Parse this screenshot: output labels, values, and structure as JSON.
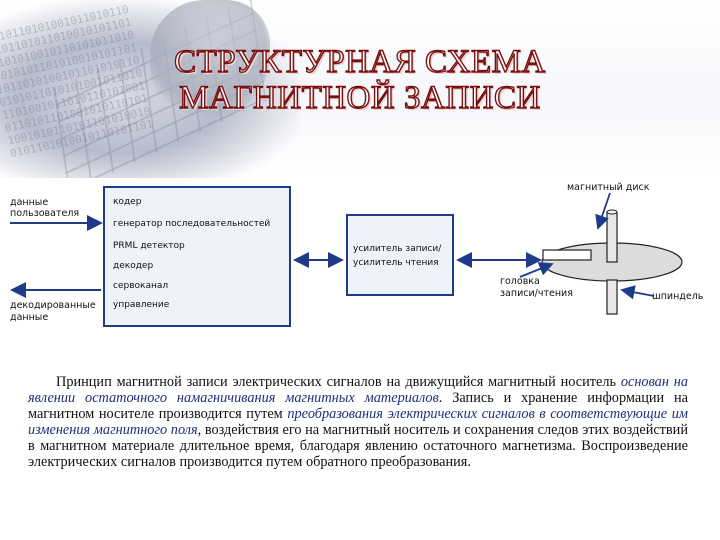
{
  "title": {
    "line1": "СТРУКТУРНАЯ СХЕМА",
    "line2": "МАГНИТНОЙ ЗАПИСИ"
  },
  "diagram": {
    "input_label_1": "данные",
    "input_label_2": "пользователя",
    "output_label_1": "декодированные",
    "output_label_2": "данные",
    "main_box_items": [
      "кодер",
      "генератор последовательностей",
      "PRML детектор",
      "декодер",
      "сервоканал",
      "управление"
    ],
    "amp_label_1": "усилитель записи/",
    "amp_label_2": "усилитель чтения",
    "disk_label": "магнитный диск",
    "head_label_1": "головка",
    "head_label_2": "записи/чтения",
    "spindle_label": "шпиндель"
  },
  "paragraph": {
    "p1": "Принцип магнитной записи электрических сигналов на движущийся магнитный носитель ",
    "e1": "основан на явлении остаточного намагничивания магнитных материалов",
    "p2": ". Запись и хранение информации на магнитном носителе производится путем ",
    "e2": "преобразования электрических сигналов в соответствующие им изменения магнитного поля",
    "p3": ", воздействия его на магнитный носитель и сохранения следов этих воздействий в магнитном материале длительное время, благодаря явлению остаточного магнетизма. Воспроизведение электрических сигналов производится путем обратного преобразования."
  },
  "colors": {
    "title_outline": "#7a0f0f",
    "box_border": "#1e3b8a",
    "arrow": "#1e3b8a",
    "emphasis_text": "#1f2f7a"
  }
}
